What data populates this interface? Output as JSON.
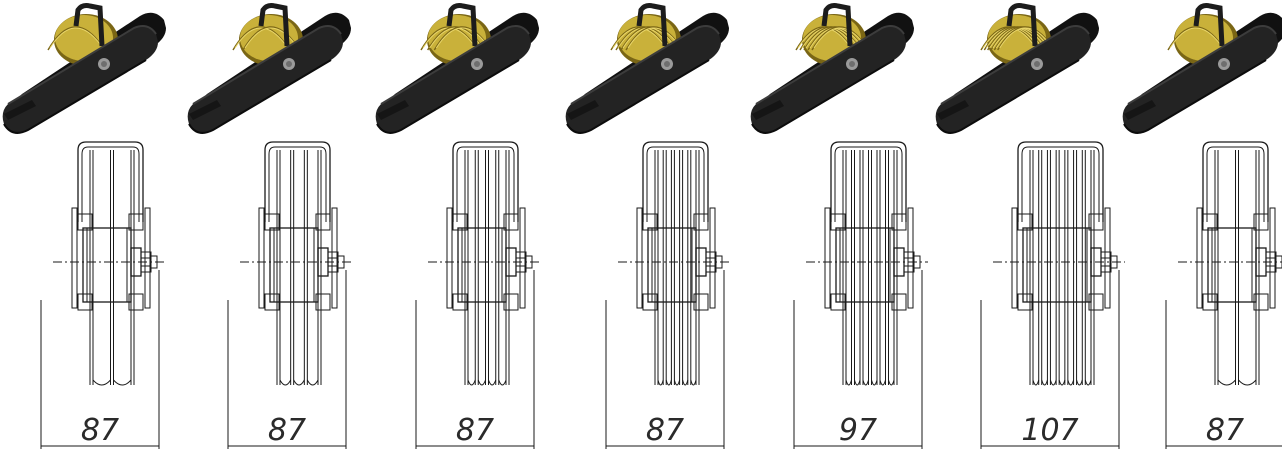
{
  "colors": {
    "body": "#232323",
    "body_shade": "#111111",
    "body_light": "#3c3c3c",
    "wheel": "#c9b13a",
    "wheel_dark": "#7a6615",
    "wheel_light": "#e9d66a",
    "bolt": "#9a9a9a",
    "line": "#1a1a1a"
  },
  "variants": [
    {
      "grooves": 1,
      "dimension": "87"
    },
    {
      "grooves": 2,
      "dimension": "87"
    },
    {
      "grooves": 3,
      "dimension": "87"
    },
    {
      "grooves": 4,
      "dimension": "87"
    },
    {
      "grooves": 5,
      "dimension": "97"
    },
    {
      "grooves": 6,
      "dimension": "107"
    },
    {
      "grooves": 1,
      "dimension": "87"
    }
  ]
}
